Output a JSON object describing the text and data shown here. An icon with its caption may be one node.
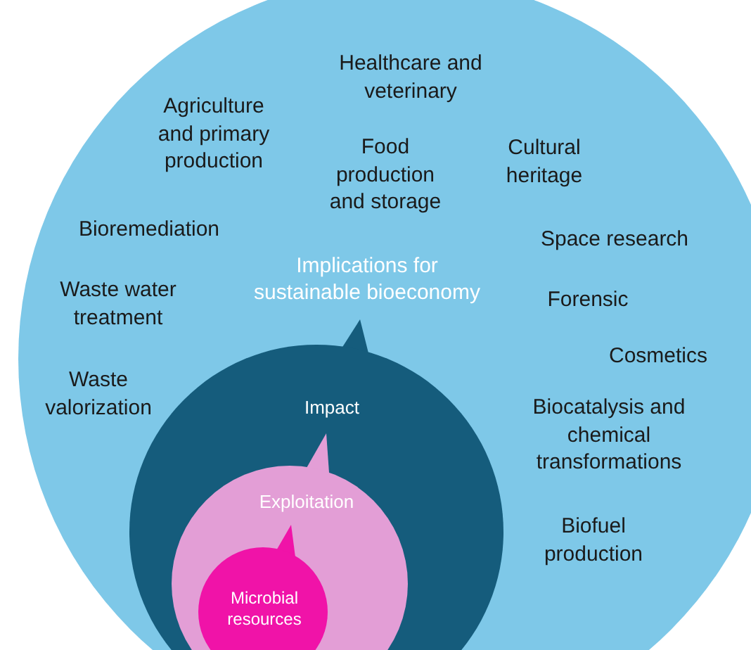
{
  "diagram": {
    "nodes": [
      {
        "text": [
          "Implications for sustainable bioeconomy"
        ]
      },
      {
        "text": [
          "Impact"
        ],
        "in": 0
      },
      {
        "text": [
          "Exploitation"
        ],
        "in": 1
      },
      {
        "text": [
          "Microbial resources"
        ],
        "in": 2
      }
    ],
    "edges": [],
    "labels": [
      "Healthcare and veterinary",
      "Agriculture and primary production",
      "Food production and storage",
      "Cultural heritage",
      "Bioremediation",
      "Space research",
      "Waste water treatment",
      "Forensic",
      "Waste valorization",
      "Cosmetics",
      "Biocatalysis and chemical transformations",
      "Biofuel production"
    ]
  }
}
